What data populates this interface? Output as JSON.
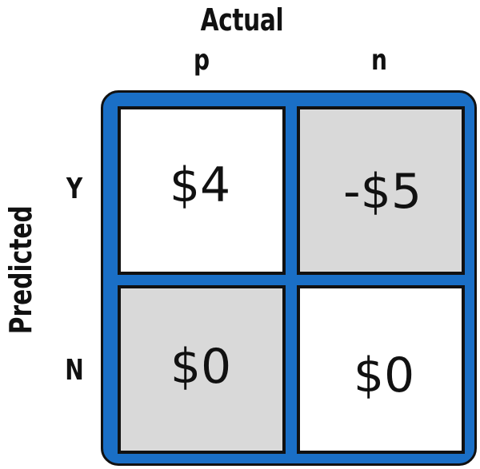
{
  "titles": {
    "actual": "Actual",
    "predicted": "Predicted"
  },
  "columns": [
    "p",
    "n"
  ],
  "rows": [
    "Y",
    "N"
  ],
  "cells": [
    [
      "$4",
      "-$5"
    ],
    [
      "$0",
      "$0"
    ]
  ],
  "colors": {
    "frame": "#1a6fc6",
    "highlight_cell": "#d9d9d9",
    "plain_cell": "#ffffff"
  }
}
